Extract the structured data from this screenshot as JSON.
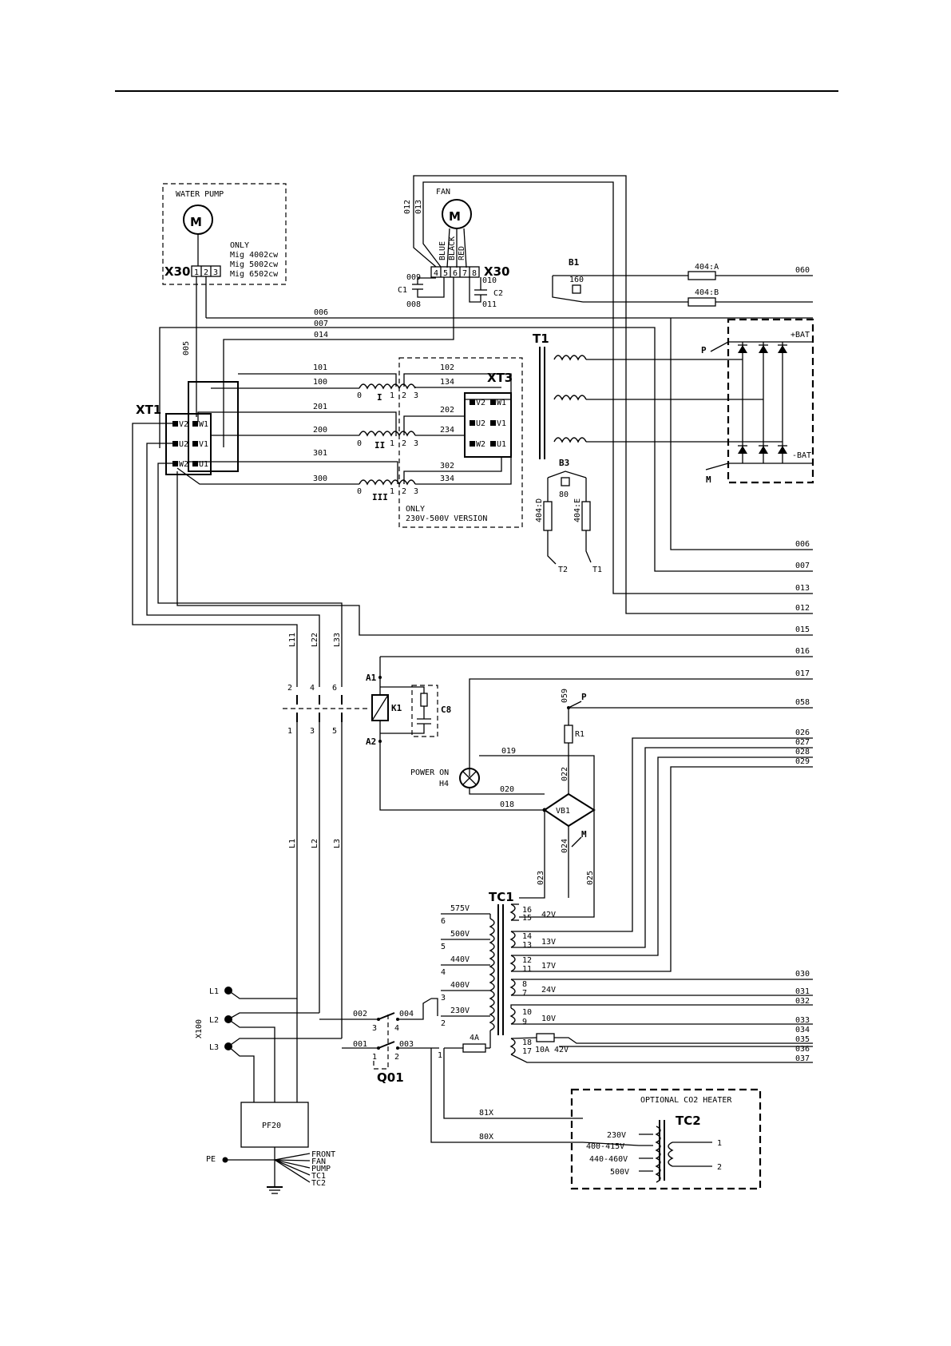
{
  "water_pump": {
    "title": "WATER PUMP",
    "motor": "M",
    "only": "ONLY",
    "models": [
      "Mig 4002cw",
      "Mig 5002cw",
      "Mig 6502cw"
    ],
    "connector": "X30",
    "pins": [
      "1",
      "2",
      "3"
    ]
  },
  "fan": {
    "title": "FAN",
    "motor": "M",
    "wire_colors": [
      "BLUE",
      "BLACK",
      "RED"
    ],
    "connector": "X30",
    "pins": [
      "4",
      "5",
      "6",
      "7",
      "8"
    ],
    "caps": [
      "C1",
      "C2"
    ],
    "wires": [
      "009",
      "008",
      "010",
      "011",
      "012",
      "013"
    ]
  },
  "b1": {
    "name": "B1",
    "value": "160",
    "fuse_a": "404:A",
    "fuse_b": "404:B"
  },
  "b3": {
    "name": "B3",
    "value": "80",
    "fuse_d": "404:D",
    "fuse_e": "404:E",
    "out_t2": "T2",
    "out_t1": "T1"
  },
  "t1": "T1",
  "bridge": {
    "pos": "+BAT",
    "neg": "-BAT",
    "p": "P",
    "m": "M"
  },
  "xt1": {
    "name": "XT1",
    "pins": [
      "V2",
      "W1",
      "U2",
      "V1",
      "W2",
      "U1"
    ]
  },
  "xt3": {
    "name": "XT3",
    "pins": [
      "V2",
      "W1",
      "U2",
      "V1",
      "W2",
      "U1"
    ],
    "note": [
      "ONLY",
      "230V-500V VERSION"
    ]
  },
  "windings": [
    {
      "roman": "I",
      "top_left": "101",
      "bot_left": "100",
      "top_right": "102",
      "bot_right": "134"
    },
    {
      "roman": "II",
      "top_left": "201",
      "bot_left": "200",
      "top_right": "202",
      "bot_right": "234"
    },
    {
      "roman": "III",
      "top_left": "301",
      "bot_left": "300",
      "top_right": "302",
      "bot_right": "334"
    }
  ],
  "tap_labels": [
    "0",
    "1",
    "2",
    "3"
  ],
  "wires_mid": [
    "006",
    "007",
    "014",
    "005"
  ],
  "right_outputs": [
    "060",
    "006",
    "007",
    "013",
    "012",
    "015",
    "016",
    "017",
    "058",
    "026",
    "027",
    "028",
    "029",
    "030",
    "031",
    "032",
    "033",
    "034",
    "035",
    "036",
    "037"
  ],
  "k1": {
    "name": "K1",
    "a1": "A1",
    "a2": "A2",
    "c8": "C8",
    "top_nums": [
      "2",
      "4",
      "6"
    ],
    "bot_nums": [
      "1",
      "3",
      "5"
    ],
    "lines_top": [
      "L11",
      "L22",
      "L33"
    ],
    "lines_bot": [
      "L1",
      "L2",
      "L3"
    ]
  },
  "power": {
    "label": "POWER ON",
    "lamp": "H4",
    "r1": "R1",
    "vb1": "VB1",
    "wires": [
      "059",
      "019",
      "020",
      "018",
      "022",
      "024",
      "023",
      "025"
    ],
    "p": "P",
    "m": "M"
  },
  "tc1": {
    "name": "TC1",
    "primary": [
      "575V",
      "500V",
      "440V",
      "400V",
      "230V"
    ],
    "primary_taps": [
      "6",
      "5",
      "4",
      "3",
      "2",
      "1"
    ],
    "secondary": [
      {
        "pins": [
          "16",
          "15"
        ],
        "v": "42V"
      },
      {
        "pins": [
          "14",
          "13"
        ],
        "v": "13V"
      },
      {
        "pins": [
          "12",
          "11"
        ],
        "v": "17V"
      },
      {
        "pins": [
          "8",
          "7"
        ],
        "v": "24V"
      },
      {
        "pins": [
          "10",
          "9"
        ],
        "v": "10V"
      },
      {
        "pins": [
          "18",
          "17"
        ],
        "v": "42V",
        "fuse": "10A"
      }
    ],
    "fuse": "4A"
  },
  "mains": {
    "connector": "X100",
    "lines": [
      "L1",
      "L2",
      "L3"
    ],
    "pe": "PE",
    "filter": "PF20",
    "switch": "Q01",
    "switch_nums": [
      "3",
      "4",
      "1",
      "2"
    ],
    "wires": [
      "002",
      "004",
      "001",
      "003",
      "81X",
      "80X"
    ],
    "earth_list": [
      "FRONT",
      "FAN",
      "PUMP",
      "TC1",
      "TC2"
    ]
  },
  "tc2": {
    "title": "OPTIONAL CO2 HEATER",
    "name": "TC2",
    "taps": [
      "230V",
      "400-415V",
      "440-460V",
      "500V"
    ],
    "outs": [
      "1",
      "2"
    ]
  }
}
